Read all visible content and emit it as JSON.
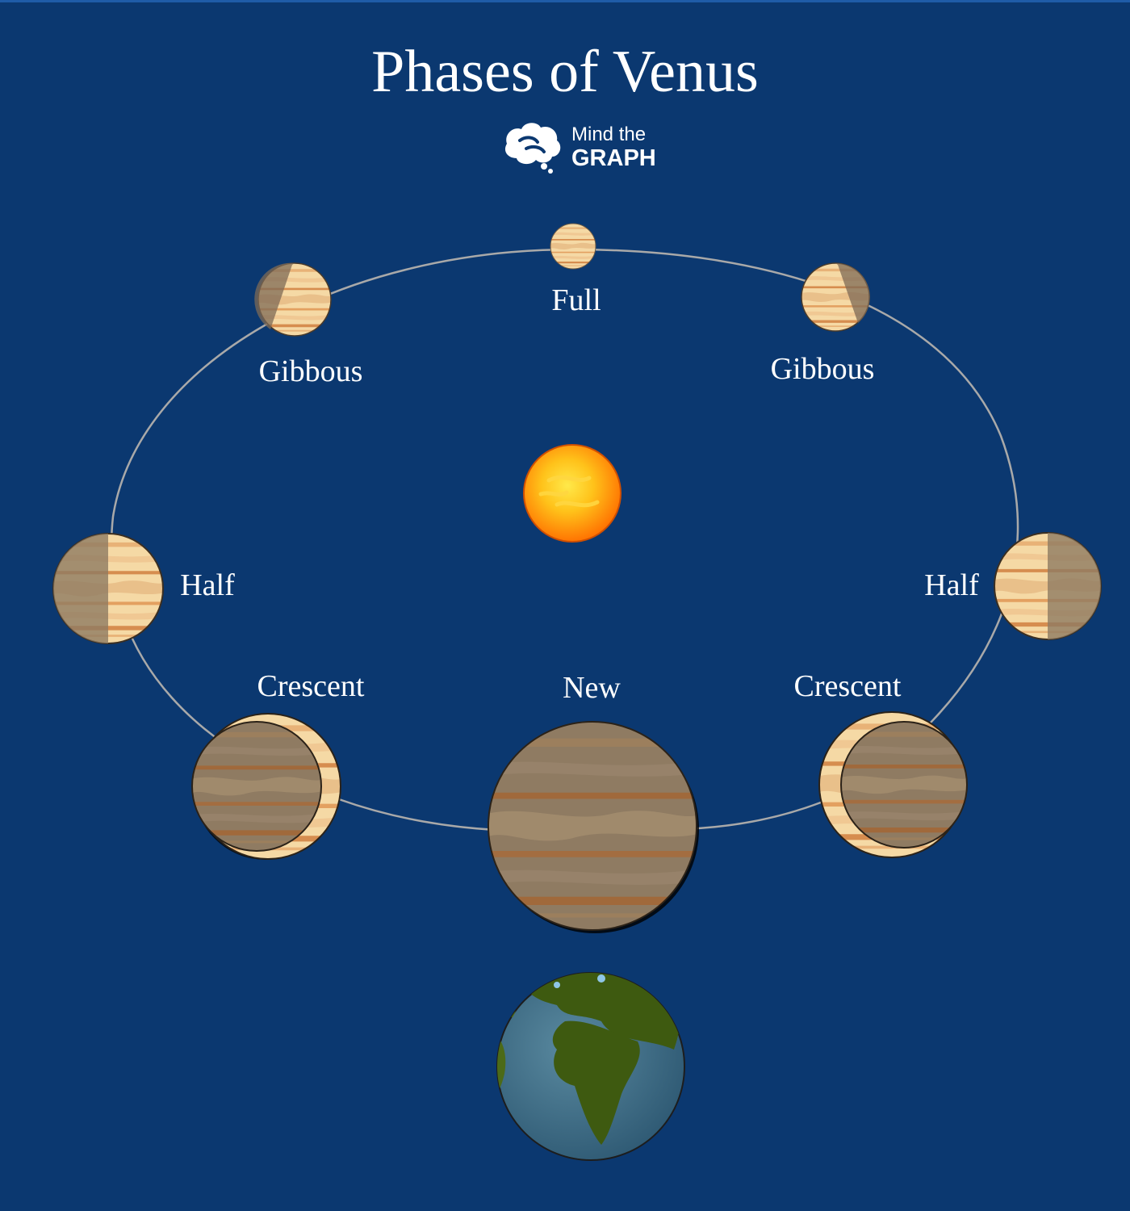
{
  "title": "Phases of Venus",
  "logo": {
    "line1": "Mind the",
    "line2": "GRAPH",
    "icon": "brain-icon"
  },
  "phases": {
    "full": "Full",
    "gibbous_left": "Gibbous",
    "gibbous_right": "Gibbous",
    "half_left": "Half",
    "half_right": "Half",
    "crescent_left": "Crescent",
    "crescent_right": "Crescent",
    "new": "New"
  },
  "colors": {
    "background": "#0b3870",
    "orbit": "#a9a9a9",
    "venus_lit": "#f5d9a5",
    "venus_band": "#d9914e",
    "venus_dark": "#8f7b62",
    "sun": "#ff9a00",
    "earth_ocean": "#3f6d86",
    "earth_land": "#3e5a10"
  }
}
